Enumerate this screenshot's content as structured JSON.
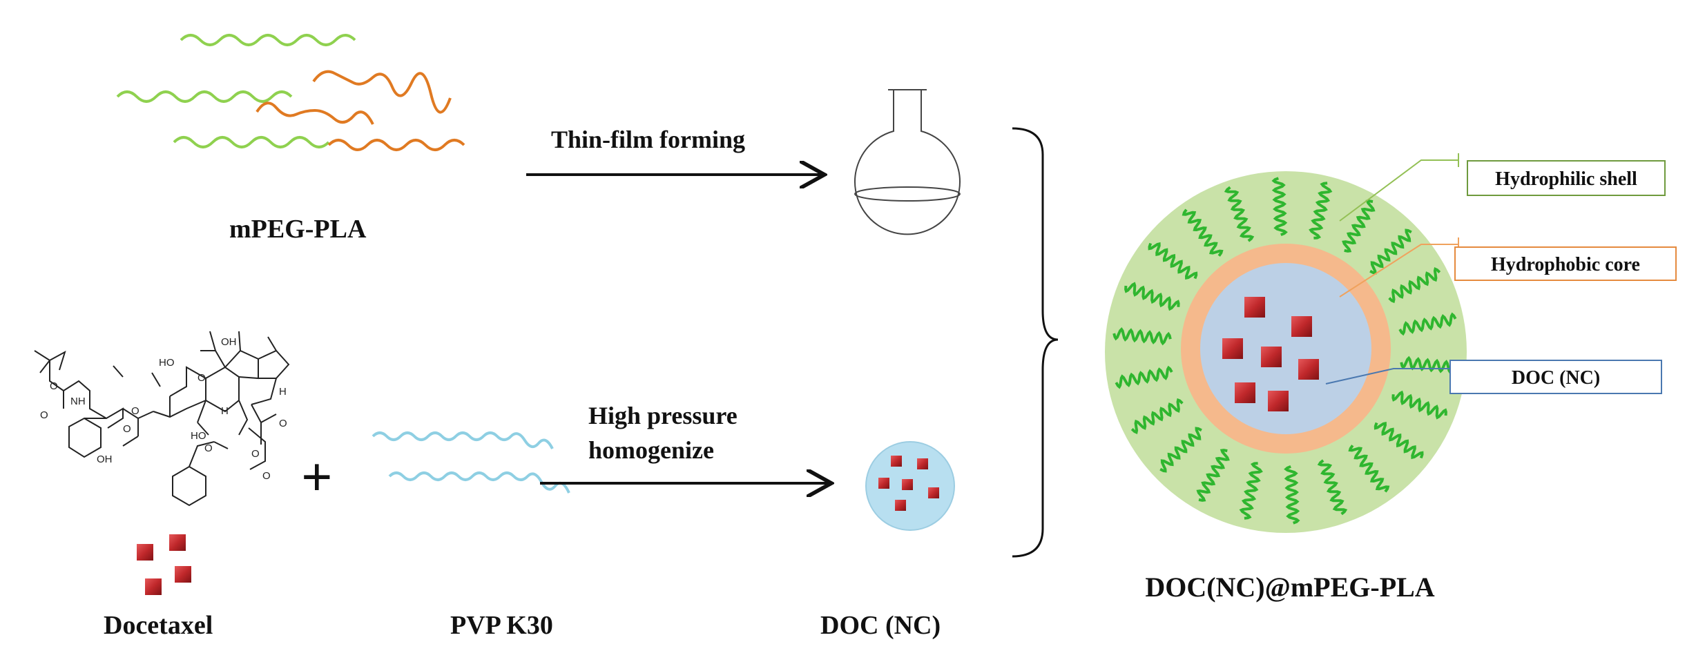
{
  "labels": {
    "mpeg_pla": "mPEG-PLA",
    "docetaxel": "Docetaxel",
    "pvp": "PVP K30",
    "doc_nc": "DOC (NC)",
    "product": "DOC(NC)@mPEG-PLA",
    "plus": "+"
  },
  "arrows": {
    "top": "Thin-film forming",
    "bottom_line1": "High pressure",
    "bottom_line2": "homogenize"
  },
  "micelle_legend": {
    "shell": "Hydrophilic shell",
    "core": "Hydrophobic core",
    "drug": "DOC (NC)"
  },
  "molecule_atoms": {
    "ho_1": "HO",
    "oh_1": "OH",
    "o_1": "O",
    "nh": "NH",
    "o_2": "O",
    "o_3": "O",
    "o_4": "O",
    "oh_2": "OH",
    "ho_2": "HO",
    "h_1": "H",
    "h_2": "H",
    "o_5": "O",
    "o_6": "O",
    "o_7": "O",
    "o_8": "O",
    "o_9": "O"
  },
  "colors": {
    "peg_green": "#8fd14f",
    "pla_orange": "#e07a22",
    "pvp_blue": "#8ecfe3",
    "drug_red": "#c0282b",
    "shell_fill": "#c9e2a8",
    "core_fill": "#f5b98c",
    "nc_fill": "#bcd0e6",
    "chain_green": "#2fb62f",
    "shell_line": "#93c055",
    "core_line": "#f0a25d",
    "drug_line": "#4a78b0"
  }
}
